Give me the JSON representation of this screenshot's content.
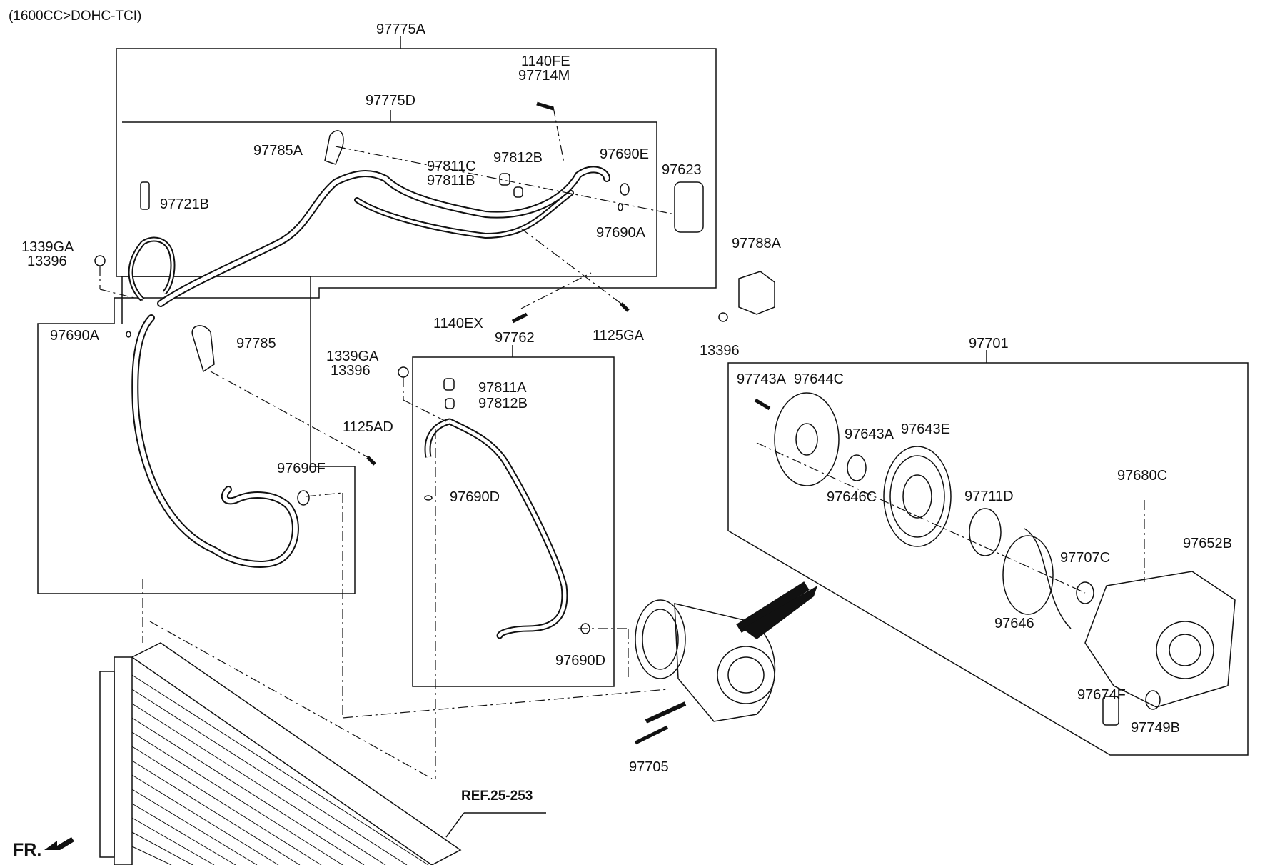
{
  "header": {
    "engine_spec": "(1600CC>DOHC-TCI)"
  },
  "assemblies": {
    "suction_discharge_hose_assy": "97775A",
    "discharge_hose_assy": "97775D",
    "liquid_tube_assy": "97762",
    "compressor_assy": "97701"
  },
  "parts": {
    "p1140FE": "1140FE",
    "p97714M": "97714M",
    "p97785A": "97785A",
    "p97811C": "97811C",
    "p97811B": "97811B",
    "p97812B_top": "97812B",
    "p97690E": "97690E",
    "p97623": "97623",
    "p97721B": "97721B",
    "p97690A_top": "97690A",
    "p1339GA_left": "1339GA",
    "p13396_left": "13396",
    "p97690A_left": "97690A",
    "p97785": "97785",
    "p97788A": "97788A",
    "p1140EX": "1140EX",
    "p1125GA": "1125GA",
    "p13396_mid": "13396",
    "p1339GA_mid": "1339GA",
    "p13396_mid2": "13396",
    "p97811A": "97811A",
    "p97812B_mid": "97812B",
    "p1125AD": "1125AD",
    "p97690F": "97690F",
    "p97690D_upper": "97690D",
    "p97690D_lower": "97690D",
    "p97743A": "97743A",
    "p97644C": "97644C",
    "p97643A": "97643A",
    "p97643E": "97643E",
    "p97646C": "97646C",
    "p97711D": "97711D",
    "p97680C": "97680C",
    "p97652B": "97652B",
    "p97707C": "97707C",
    "p97646": "97646",
    "p97674F": "97674F",
    "p97749B": "97749B",
    "p97705": "97705"
  },
  "reference": "REF.25-253",
  "direction": {
    "label": "FR."
  }
}
